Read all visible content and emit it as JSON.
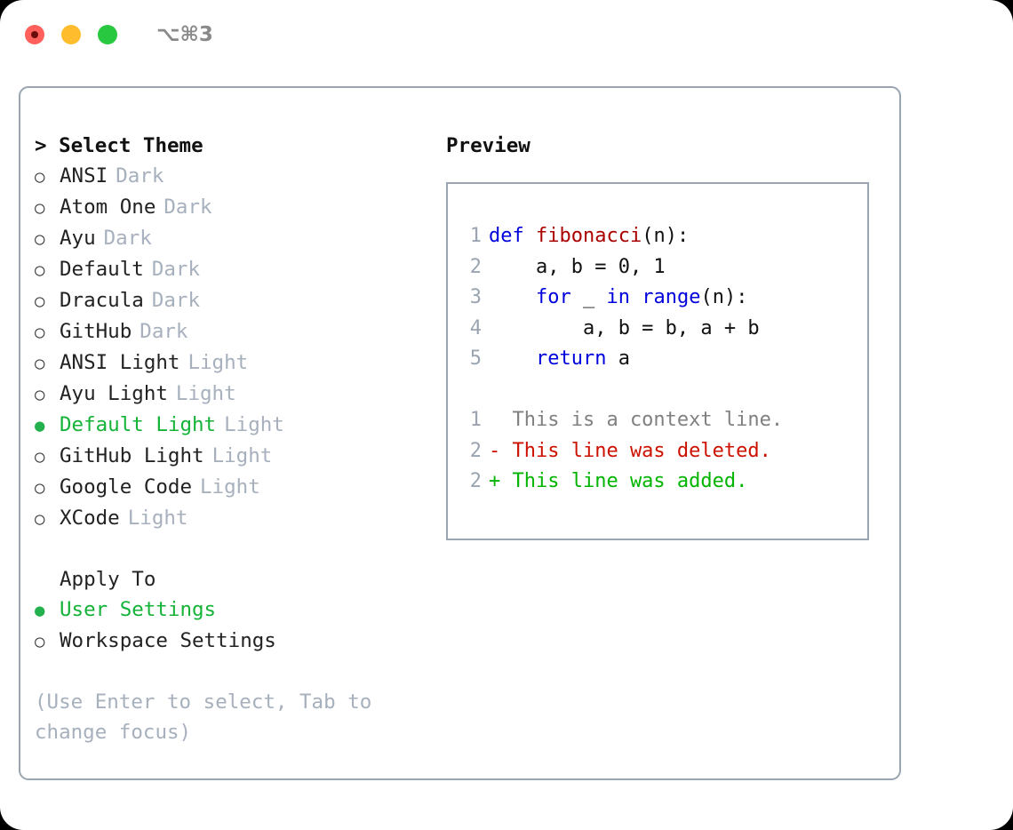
{
  "window": {
    "shortcut": "⌥⌘3",
    "traffic_lights": [
      {
        "name": "close",
        "color": "#ff605c"
      },
      {
        "name": "minimize",
        "color": "#ffbd2e"
      },
      {
        "name": "maximize",
        "color": "#28c840"
      }
    ]
  },
  "theme_section": {
    "title": "> Select Theme",
    "options": [
      {
        "label": "ANSI",
        "suffix": "Dark",
        "selected": false,
        "bullet": "○"
      },
      {
        "label": "Atom One",
        "suffix": "Dark",
        "selected": false,
        "bullet": "○"
      },
      {
        "label": "Ayu",
        "suffix": "Dark",
        "selected": false,
        "bullet": "○"
      },
      {
        "label": "Default",
        "suffix": "Dark",
        "selected": false,
        "bullet": "○"
      },
      {
        "label": "Dracula",
        "suffix": "Dark",
        "selected": false,
        "bullet": "○"
      },
      {
        "label": "GitHub",
        "suffix": "Dark",
        "selected": false,
        "bullet": "○"
      },
      {
        "label": "ANSI Light",
        "suffix": "Light",
        "selected": false,
        "bullet": "○"
      },
      {
        "label": "Ayu Light",
        "suffix": "Light",
        "selected": false,
        "bullet": "○"
      },
      {
        "label": "Default Light",
        "suffix": "Light",
        "selected": true,
        "bullet": "●"
      },
      {
        "label": "GitHub Light",
        "suffix": "Light",
        "selected": false,
        "bullet": "○"
      },
      {
        "label": "Google Code",
        "suffix": "Light",
        "selected": false,
        "bullet": "○"
      },
      {
        "label": "XCode",
        "suffix": "Light",
        "selected": false,
        "bullet": "○"
      }
    ]
  },
  "apply_section": {
    "title": "Apply To",
    "options": [
      {
        "label": "User Settings",
        "suffix": "",
        "selected": true,
        "bullet": "●"
      },
      {
        "label": "Workspace Settings",
        "suffix": "",
        "selected": false,
        "bullet": "○"
      }
    ]
  },
  "hint": "(Use Enter to select, Tab to change focus)",
  "preview": {
    "title": "Preview",
    "code_lines": [
      {
        "number": "1",
        "tokens": [
          {
            "text": "def ",
            "type": "kw"
          },
          {
            "text": "fibonacci",
            "type": "fn"
          },
          {
            "text": "(n):",
            "type": "pl"
          }
        ]
      },
      {
        "number": "2",
        "tokens": [
          {
            "text": "    a, b = 0, 1",
            "type": "pl"
          }
        ]
      },
      {
        "number": "3",
        "tokens": [
          {
            "text": "    ",
            "type": "pl"
          },
          {
            "text": "for",
            "type": "kw"
          },
          {
            "text": " _ ",
            "type": "pl"
          },
          {
            "text": "in",
            "type": "kw"
          },
          {
            "text": " ",
            "type": "pl"
          },
          {
            "text": "range",
            "type": "kw"
          },
          {
            "text": "(n):",
            "type": "pl"
          }
        ]
      },
      {
        "number": "4",
        "tokens": [
          {
            "text": "        a, b = b, a + b",
            "type": "pl"
          }
        ]
      },
      {
        "number": "5",
        "tokens": [
          {
            "text": "    ",
            "type": "pl"
          },
          {
            "text": "return",
            "type": "kw"
          },
          {
            "text": " a",
            "type": "pl"
          }
        ]
      }
    ],
    "diff_lines": [
      {
        "number": "1",
        "marker": " ",
        "text": "  This is a context line.",
        "kind": "ctx"
      },
      {
        "number": "2",
        "marker": "-",
        "text": "- This line was deleted.",
        "kind": "del"
      },
      {
        "number": "2",
        "marker": "+",
        "text": "+ This line was added.",
        "kind": "add"
      }
    ]
  },
  "colors": {
    "accent_green": "#14b338",
    "muted": "#a7b0bd",
    "border": "#9aa5b1",
    "keyword_blue": "#0000dd",
    "function_red": "#aa0000",
    "diff_delete": "#cc1100",
    "diff_add": "#00b400",
    "diff_context": "#808080"
  }
}
